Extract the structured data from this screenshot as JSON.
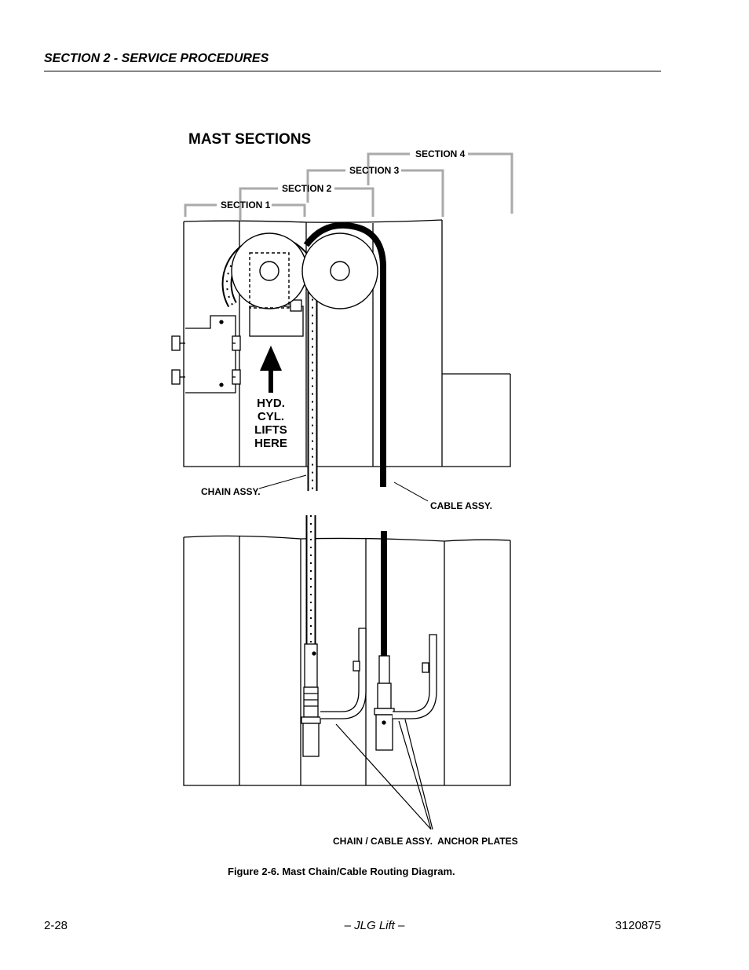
{
  "header": {
    "section_title": "SECTION 2 - SERVICE PROCEDURES"
  },
  "figure": {
    "title": "MAST SECTIONS",
    "section_labels": [
      "SECTION 1",
      "SECTION 2",
      "SECTION 3",
      "SECTION 4"
    ],
    "hyd_label": [
      "HYD.",
      "CYL.",
      "LIFTS",
      "HERE"
    ],
    "chain_label": "CHAIN ASSY.",
    "cable_label": "CABLE ASSY.",
    "anchor_label": "CHAIN / CABLE ASSY.  ANCHOR PLATES",
    "caption": "Figure 2-6.  Mast Chain/Cable Routing Diagram."
  },
  "footer": {
    "page_number": "2-28",
    "center_text": "– JLG Lift –",
    "doc_number": "3120875"
  }
}
